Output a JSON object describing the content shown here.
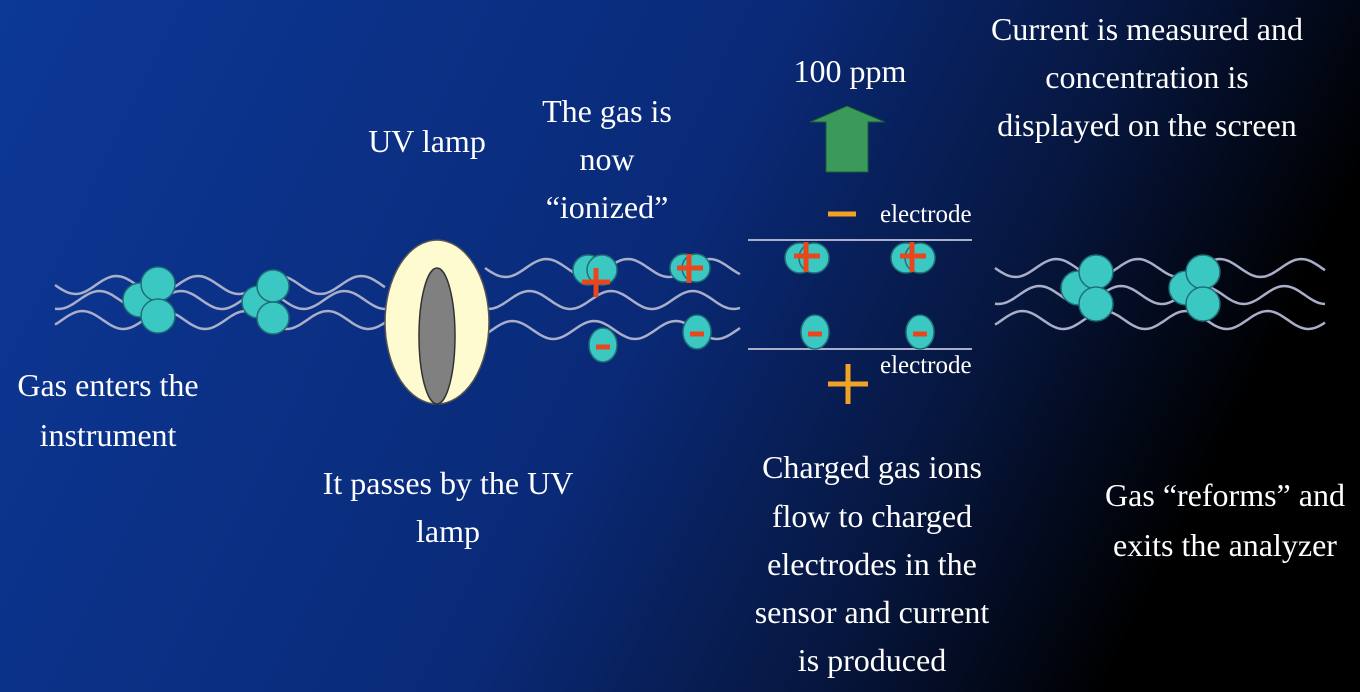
{
  "labels": {
    "gas_enters": [
      "Gas enters the",
      "instrument"
    ],
    "uv_lamp": "UV lamp",
    "passes_lamp": [
      "It passes by the UV",
      "lamp"
    ],
    "ionized": [
      "The gas is",
      "now",
      "“ionized”"
    ],
    "reading": "100 ppm",
    "current_measured": [
      "Current is measured and",
      "concentration is",
      "displayed on the screen"
    ],
    "electrode_negative": "electrode",
    "electrode_positive": "electrode",
    "charged_ions": [
      "Charged gas ions",
      "flow to charged",
      "electrodes in the",
      "sensor and current",
      "is produced"
    ],
    "reforms": [
      "Gas “reforms” and",
      "exits the analyzer"
    ]
  },
  "colors": {
    "background_left": "#0c3896",
    "background_right": "#000000",
    "molecule": "#3cc8c2",
    "ion_charge": "#e8461c",
    "electrode_charge": "#f2a322",
    "arrow": "#3a9a5c",
    "lamp": "#fffbd0",
    "lamp_core": "#808080"
  }
}
